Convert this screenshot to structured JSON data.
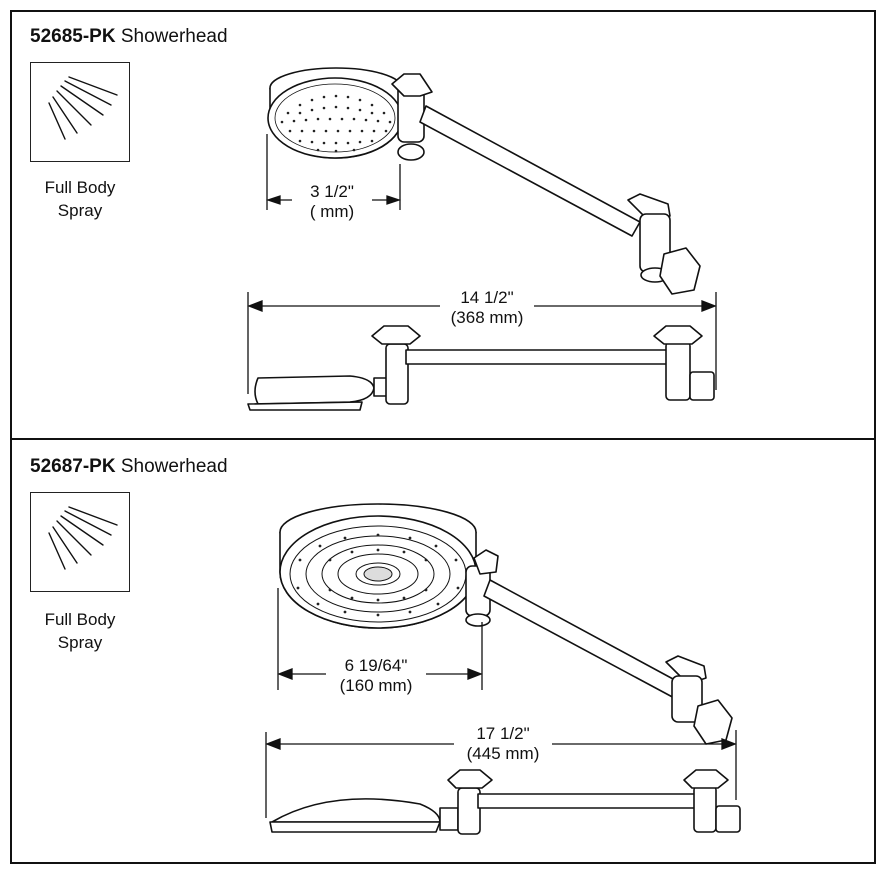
{
  "sections": [
    {
      "model": "52685-PK",
      "product": "Showerhead",
      "spray_label_line1": "Full Body",
      "spray_label_line2": "Spray",
      "spray_icon": "full-body-spray-icon",
      "dim_head_line1": "3 1/2\"",
      "dim_head_line2": "( mm)",
      "dim_arm_line1": "14 1/2\"",
      "dim_arm_line2": "(368 mm)"
    },
    {
      "model": "52687-PK",
      "product": "Showerhead",
      "spray_label_line1": "Full Body",
      "spray_label_line2": "Spray",
      "spray_icon": "full-body-spray-icon",
      "dim_head_line1": "6 19/64\"",
      "dim_head_line2": "(160 mm)",
      "dim_arm_line1": "17 1/2\"",
      "dim_arm_line2": "(445 mm)"
    }
  ]
}
